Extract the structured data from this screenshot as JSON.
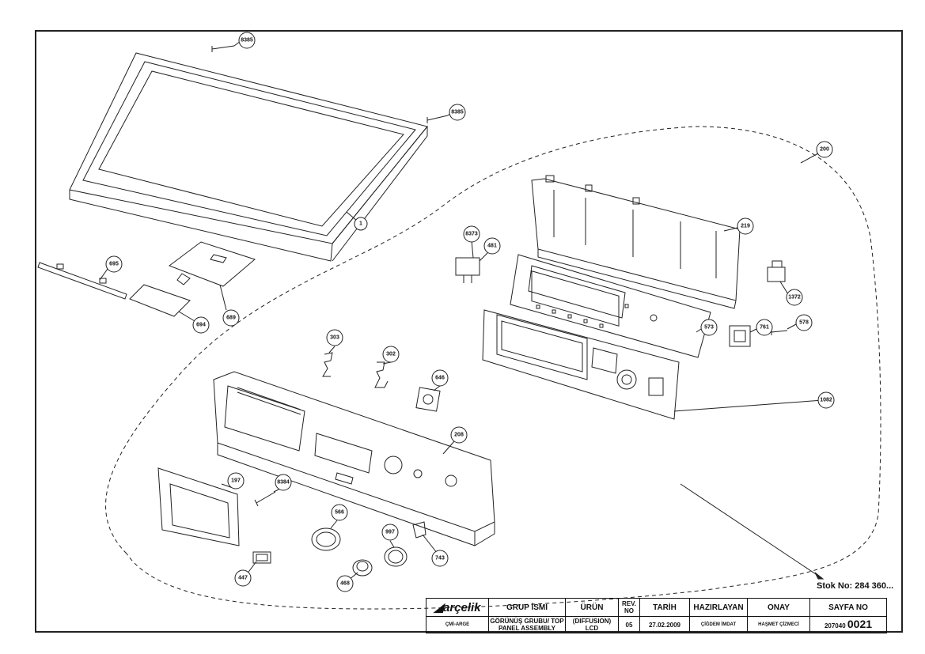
{
  "callouts": [
    {
      "label": "8385"
    },
    {
      "label": "8385"
    },
    {
      "label": "1"
    },
    {
      "label": "200"
    },
    {
      "label": "219"
    },
    {
      "label": "8373"
    },
    {
      "label": "481"
    },
    {
      "label": "1372"
    },
    {
      "label": "695"
    },
    {
      "label": "689"
    },
    {
      "label": "694"
    },
    {
      "label": "573"
    },
    {
      "label": "761"
    },
    {
      "label": "578"
    },
    {
      "label": "303"
    },
    {
      "label": "302"
    },
    {
      "label": "646"
    },
    {
      "label": "1082"
    },
    {
      "label": "208"
    },
    {
      "label": "197"
    },
    {
      "label": "8384"
    },
    {
      "label": "566"
    },
    {
      "label": "997"
    },
    {
      "label": "743"
    },
    {
      "label": "447"
    },
    {
      "label": "468"
    }
  ],
  "stock_number": "Stok No: 284 360...",
  "title_block": {
    "brand": "arçelik",
    "headers": {
      "group_name": "GRUP İSMİ",
      "product": "ÜRÜN",
      "rev_no": "REV. NO",
      "date": "TARİH",
      "prepared_by": "HAZIRLAYAN",
      "approval": "ONAY",
      "page_no": "SAYFA NO"
    },
    "values": {
      "department": "ÇMİ-ARGE",
      "group_name": "GÖRÜNÜŞ GRUBU/ TOP PANEL ASSEMBLY",
      "product": "(DIFFUSION) LCD",
      "rev_no": "05",
      "date": "27.02.2009",
      "prepared_by": "ÇİĞDEM İMDAT",
      "approval": "HAŞMET ÇİZMECİ",
      "page_prefix": "207040",
      "page_suffix": "0021"
    }
  }
}
